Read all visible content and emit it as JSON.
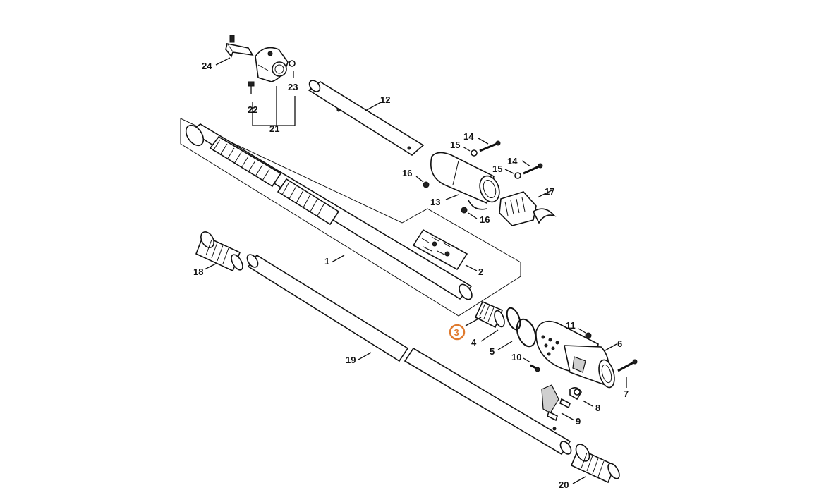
{
  "diagram": {
    "highlight_color": "#e07a2e",
    "labels": {
      "p1": "1",
      "p2": "2",
      "p3": "3",
      "p4": "4",
      "p5": "5",
      "p6": "6",
      "p7": "7",
      "p8": "8",
      "p9": "9",
      "p10": "10",
      "p11": "11",
      "p12": "12",
      "p13": "13",
      "p14a": "14",
      "p14b": "14",
      "p15a": "15",
      "p15b": "15",
      "p16a": "16",
      "p16b": "16",
      "p17": "17",
      "p18": "18",
      "p19": "19",
      "p20": "20",
      "p21": "21",
      "p22": "22",
      "p23": "23",
      "p24": "24"
    },
    "selected_part": "3"
  }
}
